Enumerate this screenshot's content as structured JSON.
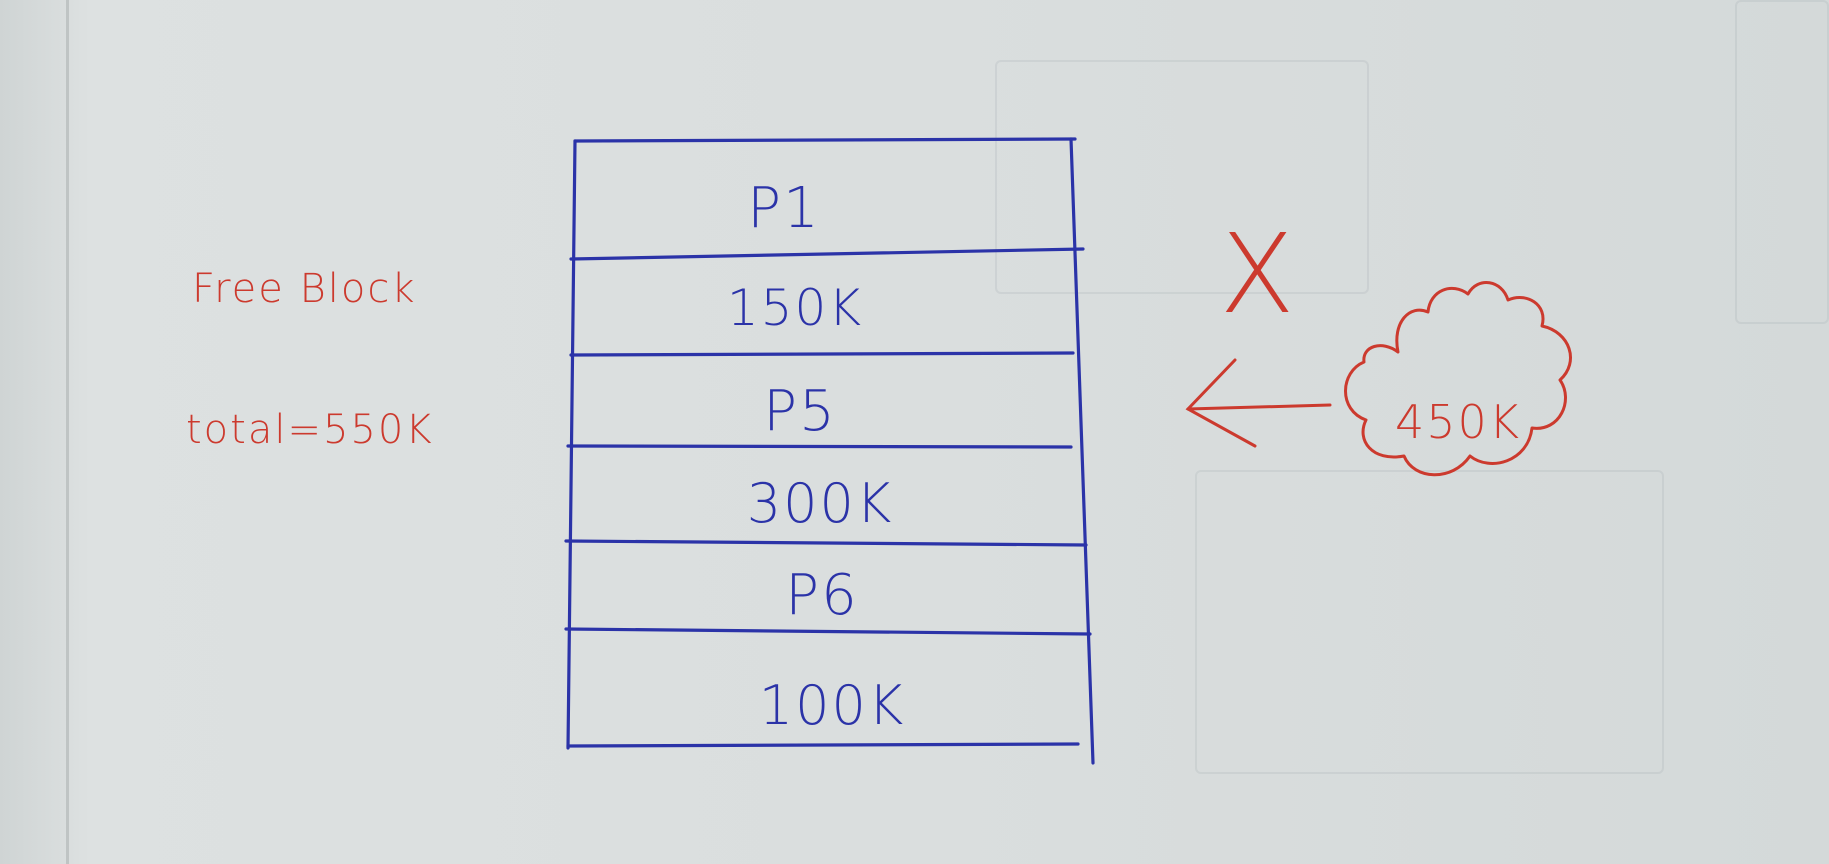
{
  "annotation": {
    "title": "Free Block",
    "total": "total=550K"
  },
  "memory_blocks": [
    {
      "label": "P1",
      "kind": "process"
    },
    {
      "label": "150K",
      "kind": "free"
    },
    {
      "label": "P5",
      "kind": "process"
    },
    {
      "label": "300K",
      "kind": "free"
    },
    {
      "label": "P6",
      "kind": "process"
    },
    {
      "label": "100K",
      "kind": "free"
    }
  ],
  "request": {
    "size": "450K",
    "rejected_mark": "X"
  },
  "colors": {
    "ink_blue": "#2b33a8",
    "ink_red": "#cc3a2e",
    "paper": "#d9dddd"
  }
}
